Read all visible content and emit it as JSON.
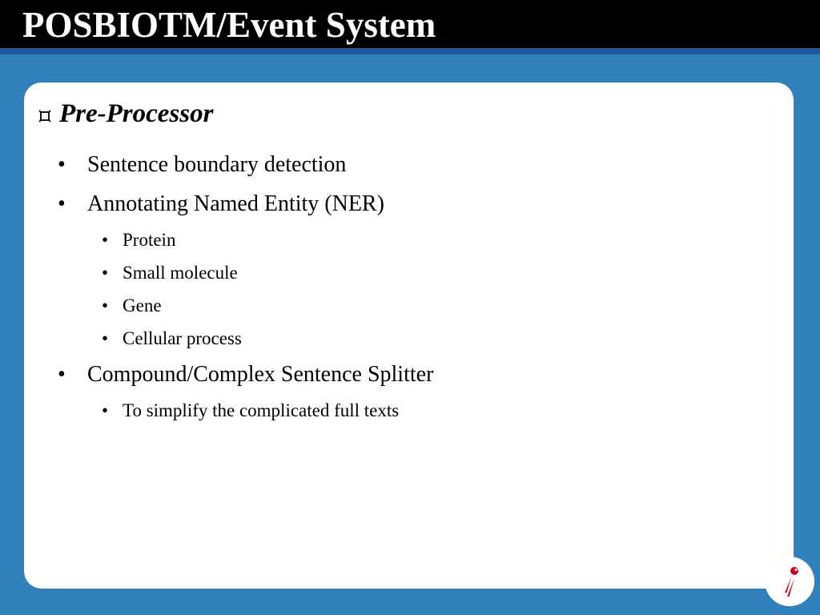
{
  "slide": {
    "title": "POSBIOTM/Event System"
  },
  "panel": {
    "heading": "Pre-Processor",
    "bullet_glyph": "•",
    "items": [
      {
        "level": 1,
        "text": "Sentence boundary detection"
      },
      {
        "level": 1,
        "text": "Annotating Named Entity (NER)"
      },
      {
        "level": 2,
        "text": "Protein"
      },
      {
        "level": 2,
        "text": "Small molecule"
      },
      {
        "level": 2,
        "text": "Gene"
      },
      {
        "level": 2,
        "text": "Cellular process"
      },
      {
        "level": 1,
        "text": "Compound/Complex Sentence Splitter"
      },
      {
        "level": 2,
        "text": "To simplify the complicated full texts"
      }
    ]
  },
  "colors": {
    "background_blue": "#2f80bb",
    "title_bar": "#000000",
    "title_text": "#ffffff",
    "logo_red": "#d0021b"
  },
  "icons": {
    "heading_icon": "square-bullet-icon",
    "logo": "pen-nib-logo-icon"
  }
}
